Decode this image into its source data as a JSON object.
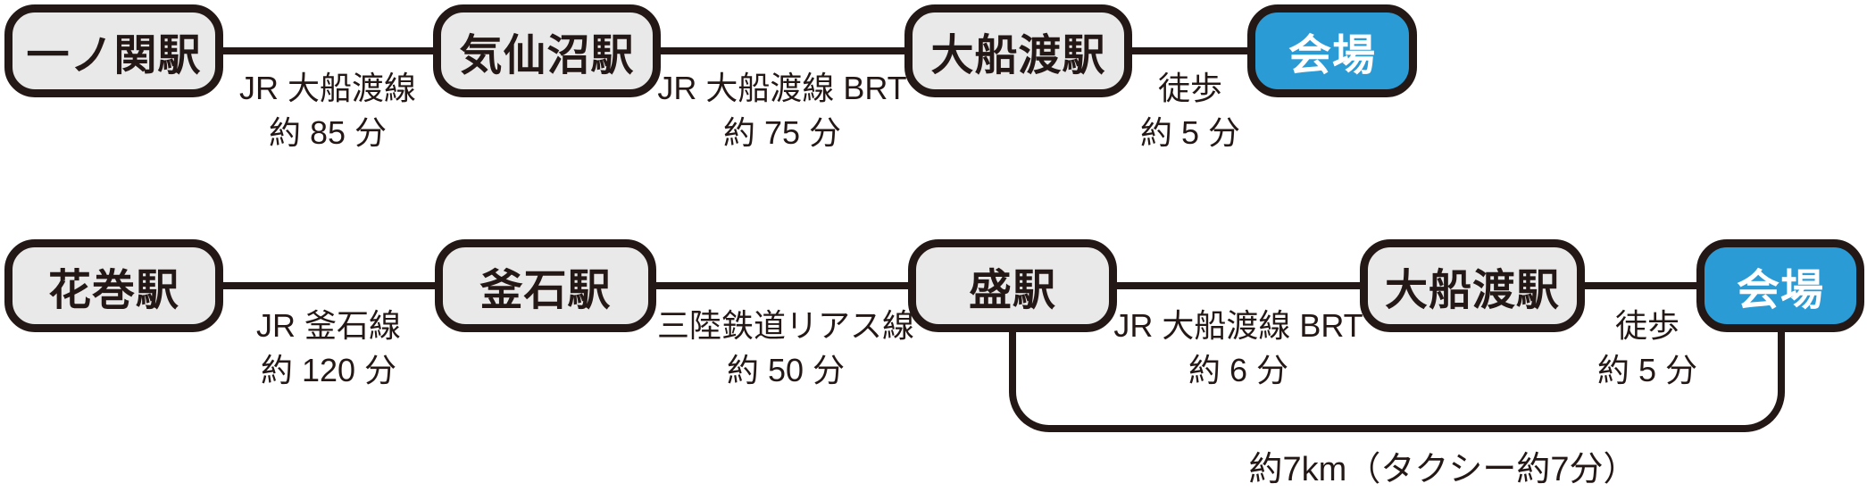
{
  "colors": {
    "ink": "#231815",
    "station_fill": "#e9e9ea",
    "venue_fill": "#2b9bd5",
    "venue_text": "#ffffff",
    "bg": "#ffffff"
  },
  "routes": [
    {
      "stops": [
        {
          "label": "一ノ関駅",
          "type": "station"
        },
        {
          "label": "気仙沼駅",
          "type": "station"
        },
        {
          "label": "大船渡駅",
          "type": "station"
        },
        {
          "label": "会場",
          "type": "venue"
        }
      ],
      "legs": [
        {
          "line1": "JR 大船渡線",
          "line2": "約 85 分"
        },
        {
          "line1": "JR 大船渡線 BRT",
          "line2": "約 75 分"
        },
        {
          "line1": "徒歩",
          "line2": "約 5 分"
        }
      ]
    },
    {
      "stops": [
        {
          "label": "花巻駅",
          "type": "station"
        },
        {
          "label": "釜石駅",
          "type": "station"
        },
        {
          "label": "盛駅",
          "type": "station"
        },
        {
          "label": "大船渡駅",
          "type": "station"
        },
        {
          "label": "会場",
          "type": "venue"
        }
      ],
      "legs": [
        {
          "line1": "JR 釜石線",
          "line2": "約 120 分"
        },
        {
          "line1": "三陸鉄道リアス線",
          "line2": "約 50 分"
        },
        {
          "line1": "JR 大船渡線 BRT",
          "line2": "約 6 分"
        },
        {
          "line1": "徒歩",
          "line2": "約 5 分"
        }
      ],
      "taxi_shortcut": {
        "label": "約7km（タクシー約7分）"
      }
    }
  ]
}
